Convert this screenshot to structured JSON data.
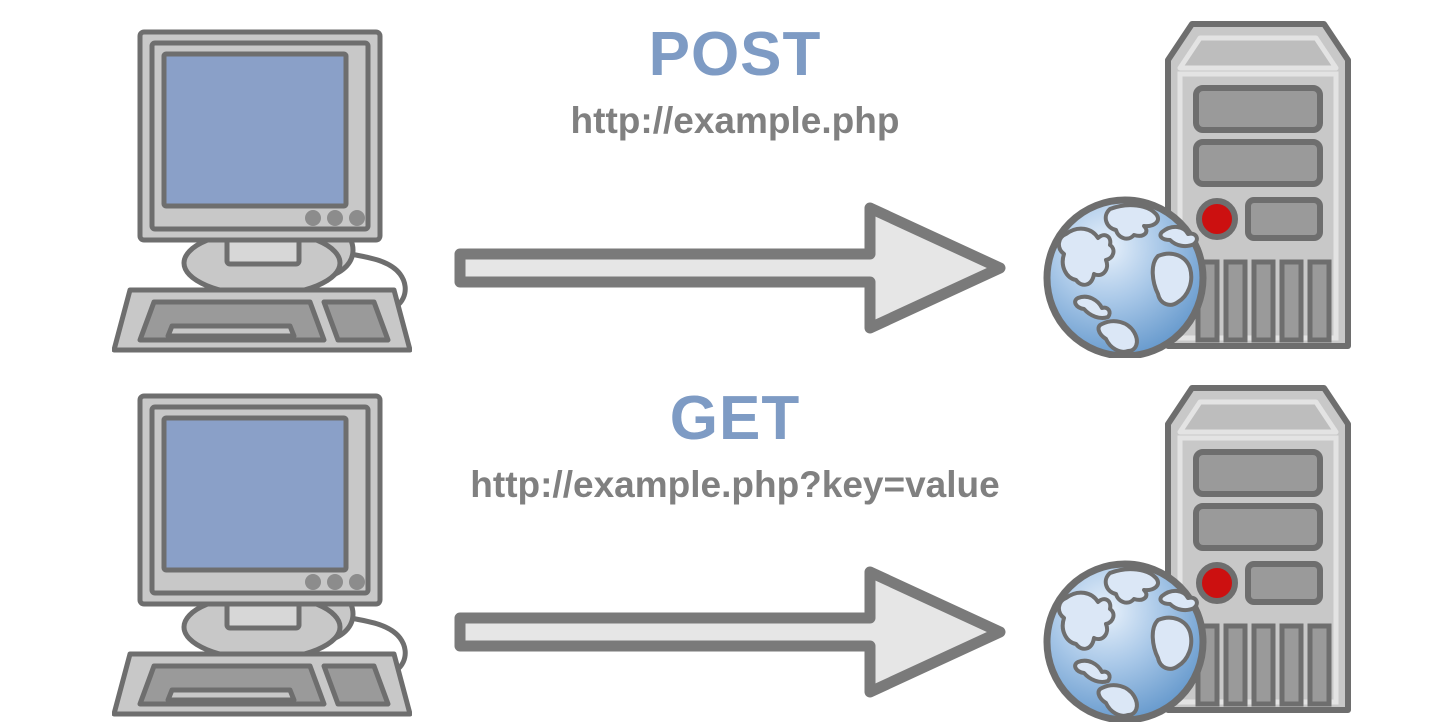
{
  "diagram": {
    "title": "HTTP POST vs GET request diagram",
    "background_color": "#ffffff",
    "colors": {
      "method_blue": "#7e9bc4",
      "url_gray": "#808080",
      "outline_gray": "#6e6e6e",
      "body_light_gray": "#c8c8c8",
      "body_lighter_gray": "#d7d7d7",
      "panel_dark_gray": "#9a9a9a",
      "screen_blue": "#8aa0c8",
      "arrow_fill": "#e6e6e6",
      "power_led_red": "#cc1010",
      "globe_ocean_blue": "#6f9fd0",
      "globe_land_light": "#dbe7f6"
    },
    "rows": [
      {
        "id": "post",
        "method": "POST",
        "url": "http://example.php",
        "client_icon": "desktop-computer-icon",
        "arrow_icon": "right-arrow-icon",
        "server_icon": "server-tower-icon",
        "globe_icon": "globe-icon"
      },
      {
        "id": "get",
        "method": "GET",
        "url": "http://example.php?key=value",
        "client_icon": "desktop-computer-icon",
        "arrow_icon": "right-arrow-icon",
        "server_icon": "server-tower-icon",
        "globe_icon": "globe-icon"
      }
    ]
  }
}
